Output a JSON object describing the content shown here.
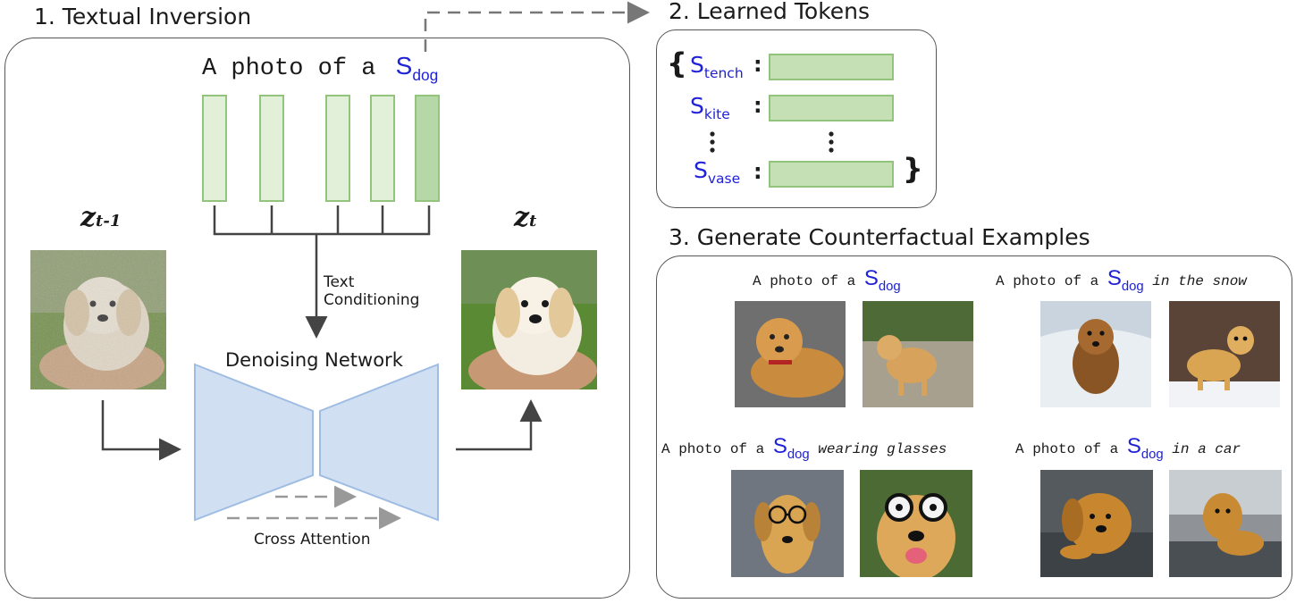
{
  "section1": {
    "title": "1. Textual Inversion",
    "prompt_text": "A photo of a",
    "token_symbol": "S",
    "token_subscript": "dog",
    "latent_prev_base": "z",
    "latent_prev_sub": "t-1",
    "latent_next_base": "z",
    "latent_next_sub": "t",
    "text_conditioning": [
      "Text",
      "Conditioning"
    ],
    "network_label": "Denoising Network",
    "cross_attention_label": "Cross Attention"
  },
  "section2": {
    "title": "2. Learned Tokens",
    "tokens": [
      {
        "symbol": "S",
        "subscript": "tench"
      },
      {
        "symbol": "S",
        "subscript": "kite"
      },
      {
        "symbol": "S",
        "subscript": "vase"
      }
    ],
    "open_brace": "{",
    "close_brace": "}"
  },
  "section3": {
    "title": "3. Generate Counterfactual Examples",
    "examples": [
      {
        "prefix": "A photo of a",
        "symbol": "S",
        "subscript": "dog",
        "suffix": ""
      },
      {
        "prefix": "A photo of a",
        "symbol": "S",
        "subscript": "dog",
        "suffix": "in the snow"
      },
      {
        "prefix": "A photo of a",
        "symbol": "S",
        "subscript": "dog",
        "suffix": "wearing glasses"
      },
      {
        "prefix": "A photo of a",
        "symbol": "S",
        "subscript": "dog",
        "suffix": "in a car"
      }
    ]
  },
  "colors": {
    "token_border": "#93c47d",
    "token_fill": "#e2efd9",
    "token_blue": "#1f22d6",
    "network_fill": "#d0dff2",
    "network_border": "#9fbde3",
    "dog_fur": "#d9a552"
  }
}
